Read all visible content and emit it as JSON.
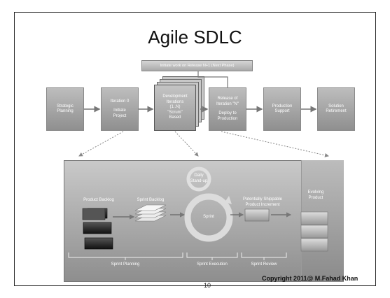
{
  "slide": {
    "title": "Agile SDLC",
    "top_banner": "Initiate work on Release N+1 (Next Phase)",
    "phases": [
      {
        "line1": "Strategic",
        "line2": "Planning",
        "line3": "",
        "line4": ""
      },
      {
        "line1": "Iteration 0",
        "line2": "",
        "line3": "Initiate",
        "line4": "Project"
      },
      {
        "line1": "Release of",
        "line2": "Iteration \"N\"",
        "line3": "Deploy to",
        "line4": "Production"
      },
      {
        "line1": "Production",
        "line2": "Support",
        "line3": "",
        "line4": ""
      },
      {
        "line1": "Solution",
        "line2": "Retirement",
        "line3": "",
        "line4": ""
      }
    ],
    "development": {
      "line1": "Development",
      "line2": "Iterations",
      "line3": "(1..N)",
      "line4": "\"Scrum\"",
      "line5": "Based"
    },
    "sprint": {
      "product_backlog": "Product Backlog",
      "sprint_backlog": "Sprint Backlog",
      "daily_standup_1": "Daily",
      "daily_standup_2": "Stand-up",
      "sprint": "Sprint",
      "increment_1": "Potentially Shippable",
      "increment_2": "Product Increment",
      "evolving_1": "Evolving",
      "evolving_2": "Product",
      "sprint_planning": "Sprint Planning",
      "sprint_execution": "Sprint Execution",
      "sprint_review": "Sprint Review"
    },
    "page_number": "10",
    "copyright": "Copyright  2011@ M.Fahad Khan"
  }
}
